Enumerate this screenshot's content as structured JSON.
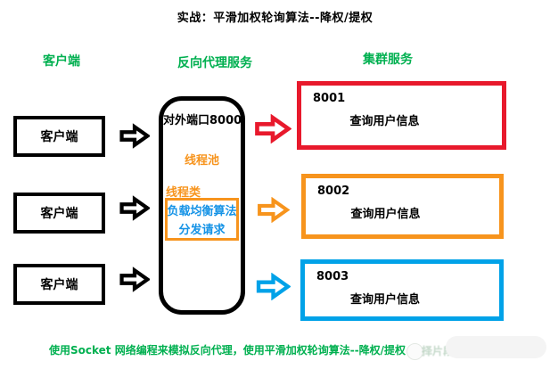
{
  "title": "实战：平滑加权轮询算法--降权/提权",
  "column_headers": {
    "client": "客户端",
    "proxy": "反向代理服务",
    "cluster": "集群服务"
  },
  "clients": [
    {
      "label": "客户端"
    },
    {
      "label": "客户端"
    },
    {
      "label": "客户端"
    }
  ],
  "proxy": {
    "port_label": "对外端口8000",
    "thread_pool_label": "线程池",
    "thread_class_label": "线程类",
    "lb_line1": "负载均衡算法",
    "lb_line2": "分发请求"
  },
  "servers": [
    {
      "port": "8001",
      "label": "查询用户信息",
      "border_color": "#e8192c"
    },
    {
      "port": "8002",
      "label": "查询用户信息",
      "border_color": "#f7941d"
    },
    {
      "port": "8003",
      "label": "查询用户信息",
      "border_color": "#00a2e8"
    }
  ],
  "icons": {
    "client_arrow": "block-arrow-right-black",
    "server_arrows": [
      "block-arrow-right-red",
      "block-arrow-right-orange",
      "block-arrow-right-blue"
    ]
  },
  "footer": {
    "text": "使用Socket 网络编程来模拟反向代理，使用平滑加权轮询算法--降权/提权",
    "faded_watermark_text": "择片段"
  },
  "colors": {
    "heading_green": "#00b050",
    "server1_red": "#e8192c",
    "server2_orange": "#f7941d",
    "server3_blue": "#00a2e8",
    "lb_text_blue": "#1593e6",
    "outline_black": "#000000"
  }
}
